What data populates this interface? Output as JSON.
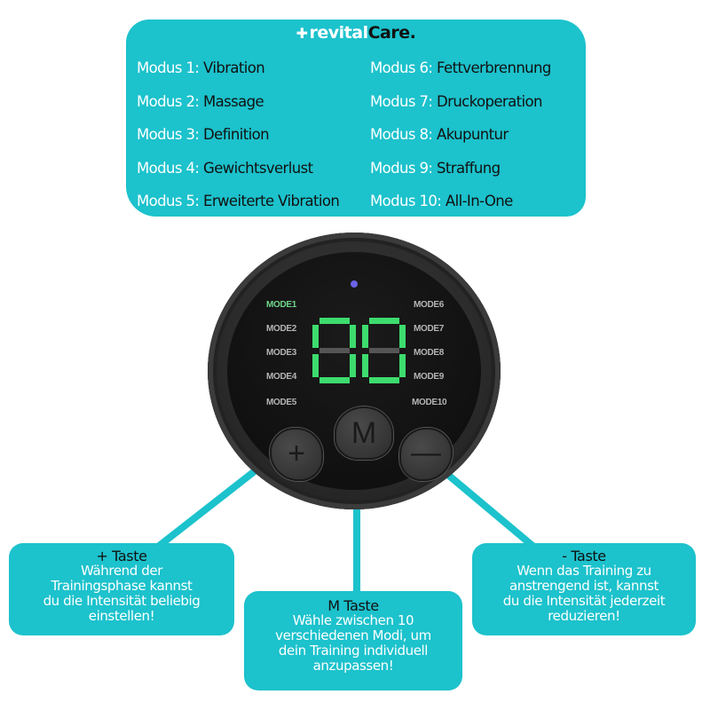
{
  "brand": {
    "icon": "medical-cross-icon",
    "name_part1": "revital",
    "name_part2": "Care."
  },
  "modes": [
    {
      "key": "Modus 1:",
      "value": "Vibration"
    },
    {
      "key": "Modus 6:",
      "value": "Fettverbrennung"
    },
    {
      "key": "Modus 2:",
      "value": "Massage"
    },
    {
      "key": "Modus 7:",
      "value": "Druckoperation"
    },
    {
      "key": "Modus 3:",
      "value": "Definition"
    },
    {
      "key": "Modus 8:",
      "value": "Akupuntur"
    },
    {
      "key": "Modus 4:",
      "value": "Gewichtsverlust"
    },
    {
      "key": "Modus 9:",
      "value": "Straffung"
    },
    {
      "key": "Modus 5:",
      "value": "Erweiterte Vibration"
    },
    {
      "key": "Modus 10:",
      "value": "All-In-One"
    }
  ],
  "device": {
    "left_labels": [
      "MODE1",
      "MODE2",
      "MODE3",
      "MODE4",
      "MODE5"
    ],
    "right_labels": [
      "MODE6",
      "MODE7",
      "MODE8",
      "MODE9",
      "MODE10"
    ],
    "active_mode": "MODE1",
    "display": "00",
    "buttons": {
      "plus": "+",
      "m": "M",
      "minus": "—"
    },
    "colors": {
      "display": "#3ddc6e",
      "led": "#6b63e6",
      "accent": "#1cc2cc"
    }
  },
  "callouts": {
    "plus": {
      "title": "+ Taste",
      "lines": [
        "Während der",
        "Trainingsphase kannst",
        "du die Intensität beliebig",
        "einstellen!"
      ]
    },
    "m": {
      "title": "M Taste",
      "lines": [
        "Wähle zwischen 10",
        "verschiedenen Modi, um",
        "dein Training individuell",
        "anzupassen!"
      ]
    },
    "minus": {
      "title": "- Taste",
      "lines": [
        "Wenn das Training zu",
        "anstrengend ist, kannst",
        "du die Intensität jederzeit",
        "reduzieren!"
      ]
    }
  }
}
